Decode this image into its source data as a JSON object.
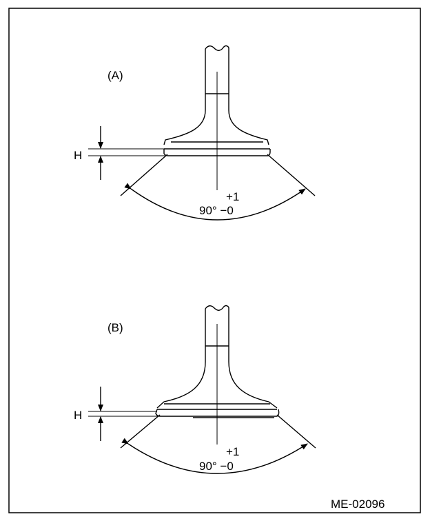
{
  "colors": {
    "background": "#ffffff",
    "line": "#000000"
  },
  "figure_a": {
    "label": "(A)",
    "dimension": "H",
    "angle_plus": "+1",
    "angle_main": "90° −0"
  },
  "figure_b": {
    "label": "(B)",
    "dimension": "H",
    "angle_plus": "+1",
    "angle_main": "90° −0"
  },
  "figure_code": "ME-02096"
}
